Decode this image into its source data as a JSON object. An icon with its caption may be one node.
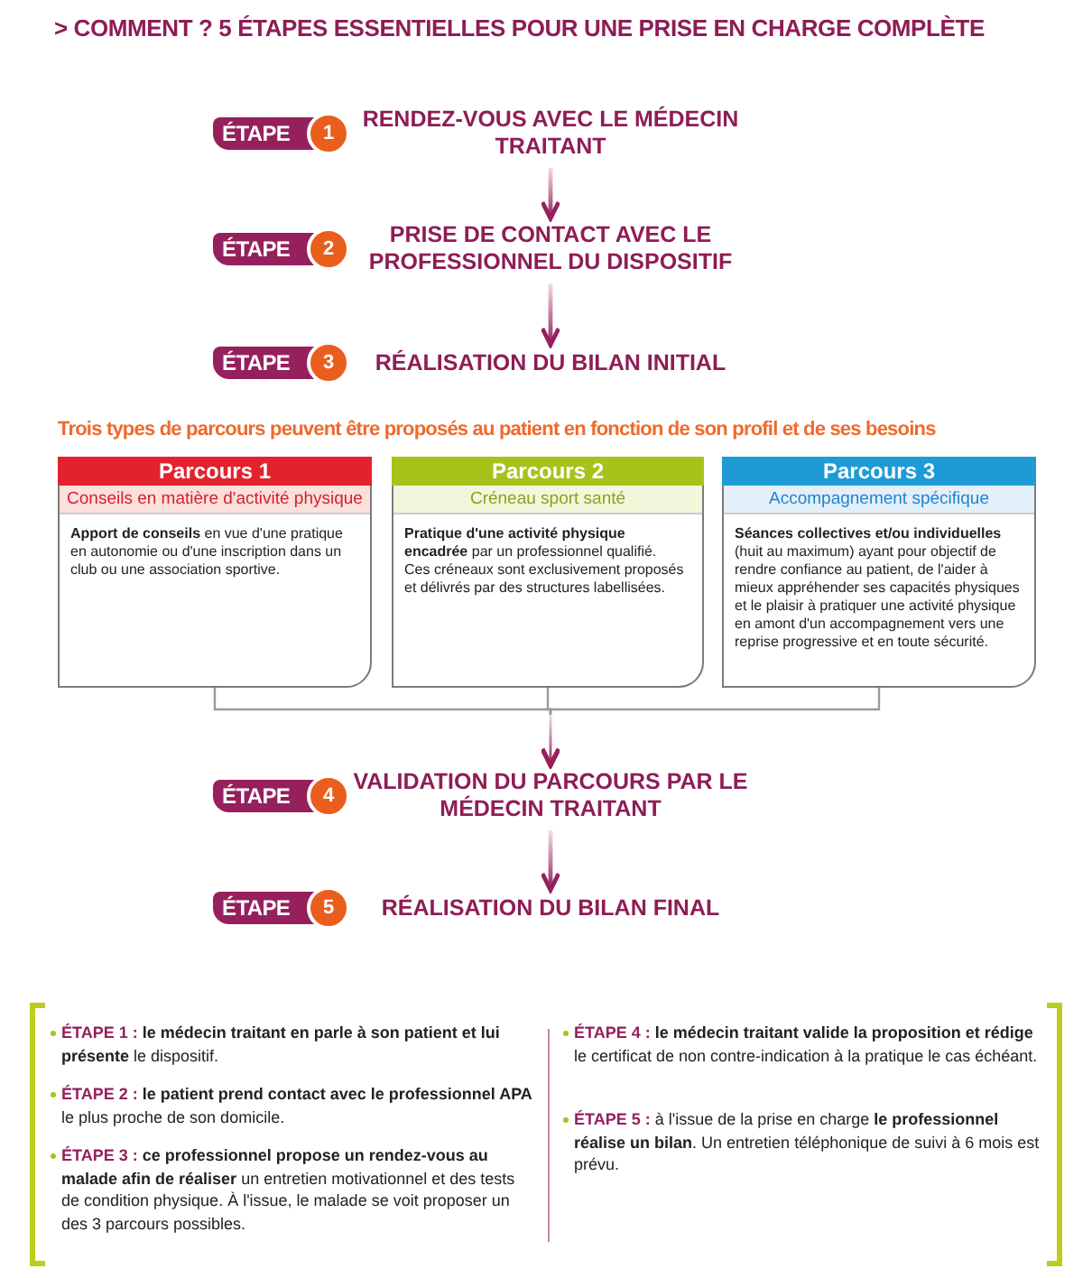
{
  "diagram": {
    "title": "> COMMENT ? 5 ÉTAPES ESSENTIELLES POUR UNE PRISE EN CHARGE COMPLÈTE",
    "nodes": [
      {
        "text": [
          "ÉTAPE",
          "1",
          "RENDEZ-VOUS AVEC LE MÉDECIN TRAITANT"
        ]
      },
      {
        "text": [
          "ÉTAPE",
          "2",
          "PRISE DE CONTACT AVEC LE PROFESSIONNEL DU DISPOSITIF"
        ]
      },
      {
        "text": [
          "ÉTAPE",
          "3",
          "RÉALISATION DU BILAN INITIAL"
        ]
      },
      {
        "text": [
          "Parcours 1",
          "Conseils en matière d'activité physique",
          "**Apport de conseils** en vue d'une pratique en autonomie ou d'une inscription dans un club ou une association sportive."
        ]
      },
      {
        "text": [
          "Parcours 2",
          "Créneau sport santé",
          "**Pratique d'une activité physique encadrée** par un professionnel qualifié.",
          "Ces créneaux sont exclusivement proposés et délivrés par des structures labellisées."
        ]
      },
      {
        "text": [
          "Parcours 3",
          "Accompagnement spécifique",
          "**Séances collectives et/ou individuelles** (huit au maximum) ayant pour objectif de rendre confiance au patient, de l'aider à mieux appréhender ses capacités physiques et le plaisir à pratiquer une activité physique en amont d'un accompagnement vers une reprise progressive et en toute sécurité."
        ]
      },
      {
        "text": [
          "ÉTAPE",
          "4",
          "VALIDATION DU PARCOURS PAR LE MÉDECIN TRAITANT"
        ]
      },
      {
        "text": [
          "ÉTAPE",
          "5",
          "RÉALISATION DU BILAN FINAL"
        ]
      }
    ],
    "edges": [
      {
        "from": 0,
        "to": 1,
        "arrow": "to"
      },
      {
        "from": 1,
        "to": 2,
        "arrow": "to"
      },
      {
        "from": 3,
        "to": 6,
        "arrow": "to"
      },
      {
        "from": 4,
        "to": 6,
        "arrow": "to"
      },
      {
        "from": 5,
        "to": 6,
        "arrow": "to"
      },
      {
        "from": 6,
        "to": 7,
        "arrow": "to"
      }
    ],
    "labels": [
      "Trois types de parcours peuvent être proposés au patient en fonction de son profil et de ses besoins",
      "**ÉTAPE 1 :** **le médecin traitant en parle à son patient et lui présente** le dispositif.",
      "**ÉTAPE 2 :** **le patient prend contact avec le professionnel APA** le plus proche de son domicile.",
      "**ÉTAPE 3 :** **ce professionnel propose un rendez-vous au malade afin de réaliser** un entretien motivationnel et des tests de condition physique. À l'issue, le malade se voit proposer un des 3 parcours possibles.",
      "**ÉTAPE 4 :** **le médecin traitant valide la proposition et rédige** le certificat de non contre-indication à la pratique le cas échéant.",
      "**ÉTAPE 5 :** à l'issue de la prise en charge **le professionnel réalise un bilan**. Un entretien téléphonique de suivi à 6 mois est prévu."
    ]
  }
}
